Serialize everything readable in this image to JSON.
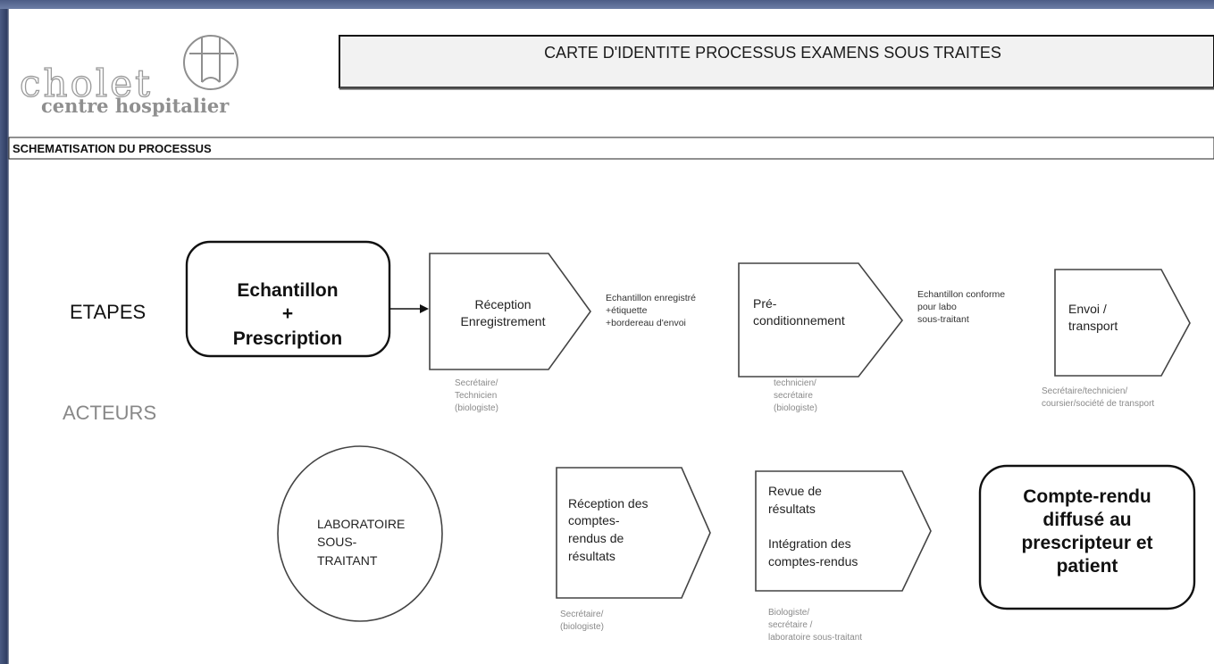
{
  "logo": {
    "word": "cholet",
    "subtitle": "centre hospitalier"
  },
  "title": "CARTE D'IDENTITE PROCESSUS EXAMENS SOUS TRAITES",
  "section": "SCHEMATISATION DU PROCESSUS",
  "rows": {
    "etapes": "ETAPES",
    "acteurs": "ACTEURS"
  },
  "nodes": {
    "echantillon": [
      "Echantillon",
      "+",
      "Prescription"
    ],
    "reception": [
      "Réception",
      "Enregistrement"
    ],
    "precond": [
      "Pré-",
      "conditionnement"
    ],
    "envoi": [
      "Envoi /",
      "transport"
    ],
    "labo": [
      "LABORATOIRE",
      "SOUS-",
      "TRAITANT"
    ],
    "reception_cr": [
      "Réception des",
      "comptes-",
      "rendus de",
      "résultats"
    ],
    "revue": [
      "Revue de",
      "résultats",
      "",
      "Intégration des",
      "comptes-rendus"
    ],
    "compte_rendu": [
      "Compte-rendu",
      "diffusé au",
      "prescripteur et",
      "patient"
    ]
  },
  "annotations": {
    "after_reception": [
      "Echantillon enregistré",
      "+étiquette",
      "+bordereau d'envoi"
    ],
    "after_precond": [
      "Echantillon conforme",
      "pour labo",
      "sous-traitant"
    ]
  },
  "actors": {
    "reception": [
      "Secrétaire/",
      "Technicien",
      "(biologiste)"
    ],
    "precond": [
      "technicien/",
      "secrétaire",
      "(biologiste)"
    ],
    "envoi": [
      "Secrétaire/technicien/",
      "coursier/société de transport"
    ],
    "reception_cr": [
      "Secrétaire/",
      "(biologiste)"
    ],
    "revue": [
      "Biologiste/",
      "secrétaire /",
      "laboratoire sous-traitant"
    ]
  }
}
